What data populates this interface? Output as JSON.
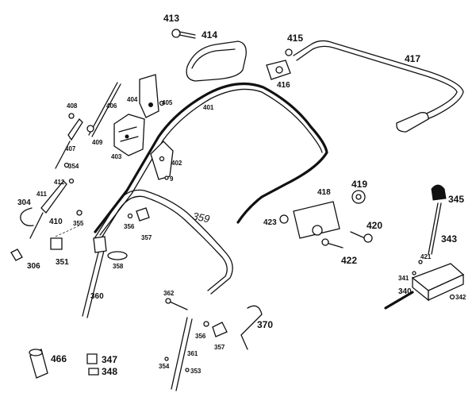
{
  "labels": {
    "p413": "413",
    "p414": "414",
    "p415": "415",
    "p417": "417",
    "p416": "416",
    "p408": "408",
    "p406": "406",
    "p404": "404",
    "p405": "405",
    "p401": "401",
    "p409": "409",
    "p407": "407",
    "p403": "403",
    "p402": "402",
    "p9": "9",
    "p354a": "354",
    "p412": "412",
    "p411": "411",
    "p304": "304",
    "p410": "410",
    "p355": "355",
    "p359": "359",
    "p356a": "356",
    "p357a": "357",
    "p306": "306",
    "p351": "351",
    "p358": "358",
    "p360": "360",
    "p418": "418",
    "p419": "419",
    "p345": "345",
    "p423": "423",
    "p420": "420",
    "p343": "343",
    "p422": "422",
    "p421": "421",
    "p341": "341",
    "p340": "340",
    "p342": "342",
    "p362": "362",
    "p370": "370",
    "p356b": "356",
    "p357b": "357",
    "p361": "361",
    "p354b": "354",
    "p353": "353",
    "p466": "466",
    "p347": "347",
    "p348": "348"
  }
}
